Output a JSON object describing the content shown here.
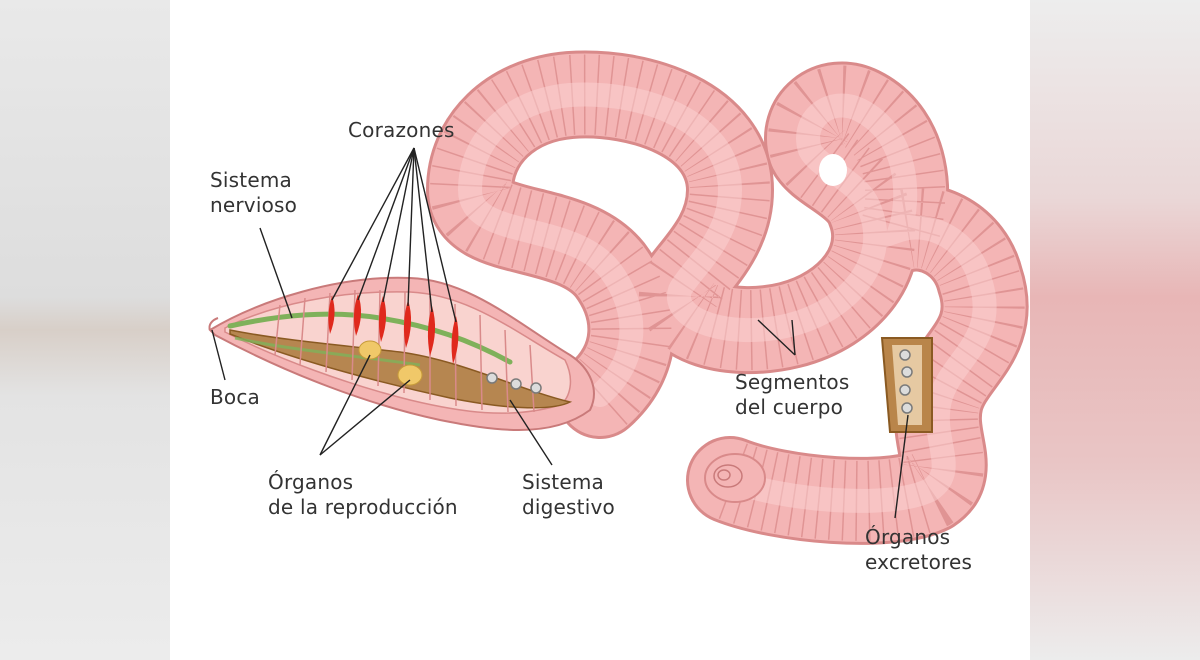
{
  "labels": {
    "corazones": "Corazones",
    "sistema_nervioso": [
      "Sistema",
      "nervioso"
    ],
    "boca": "Boca",
    "organos_reproduccion": [
      "Órganos",
      "de la reproducción"
    ],
    "sistema_digestivo": [
      "Sistema",
      "digestivo"
    ],
    "segmentos_cuerpo": [
      "Segmentos",
      "del cuerpo"
    ],
    "organos_excretores": [
      "Órganos",
      "excretores"
    ]
  },
  "colors": {
    "body_pink": "#f4b3b3",
    "body_outline": "#d98a8a",
    "heart_red": "#e0291d",
    "gut_brown": "#8a5a22",
    "nerve_green": "#7fb15a",
    "reproductive_yellow": "#f0c869",
    "label_text": "#333333",
    "leader_line": "#222222"
  }
}
